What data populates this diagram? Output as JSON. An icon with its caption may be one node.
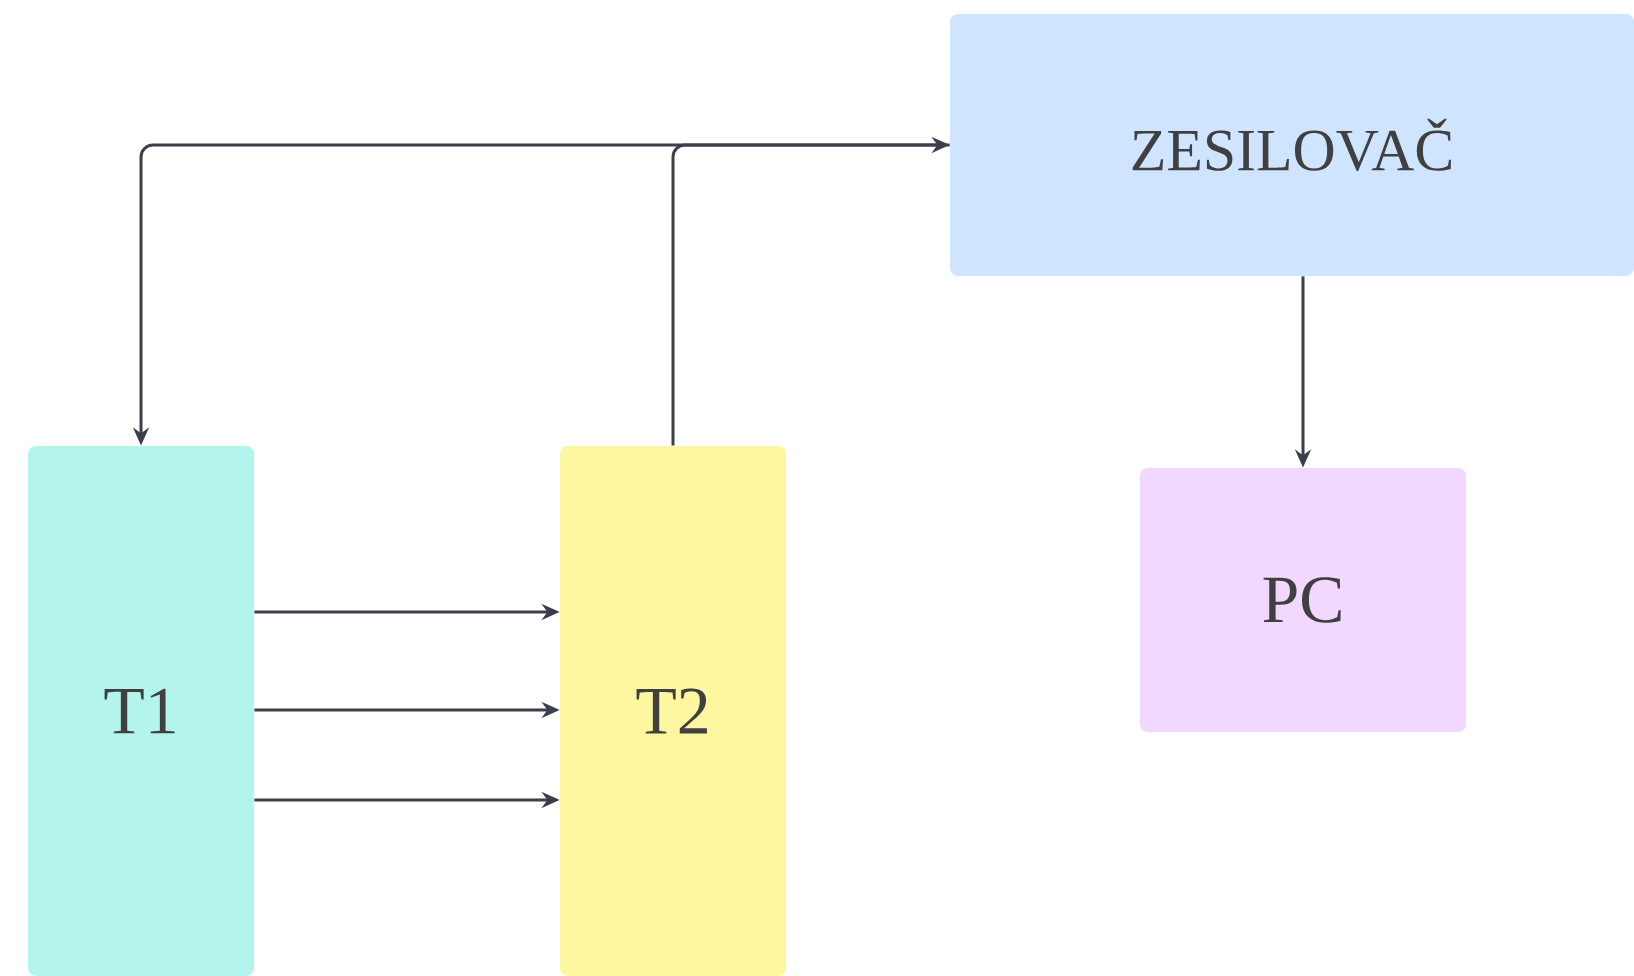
{
  "diagram": {
    "nodes": [
      {
        "text": [
          "ZESILOVAČ"
        ]
      },
      {
        "text": [
          "T1"
        ]
      },
      {
        "text": [
          "T2"
        ]
      },
      {
        "text": [
          "PC"
        ]
      }
    ],
    "edges": [
      {
        "from": 2,
        "to": 0,
        "arrow": "to"
      },
      {
        "from": 0,
        "to": 1,
        "arrow": "to"
      },
      {
        "from": 0,
        "to": 3,
        "arrow": "to"
      },
      {
        "from": 1,
        "to": 2,
        "arrow": "to"
      },
      {
        "from": 1,
        "to": 2,
        "arrow": "to"
      },
      {
        "from": 1,
        "to": 2,
        "arrow": "to"
      }
    ]
  }
}
